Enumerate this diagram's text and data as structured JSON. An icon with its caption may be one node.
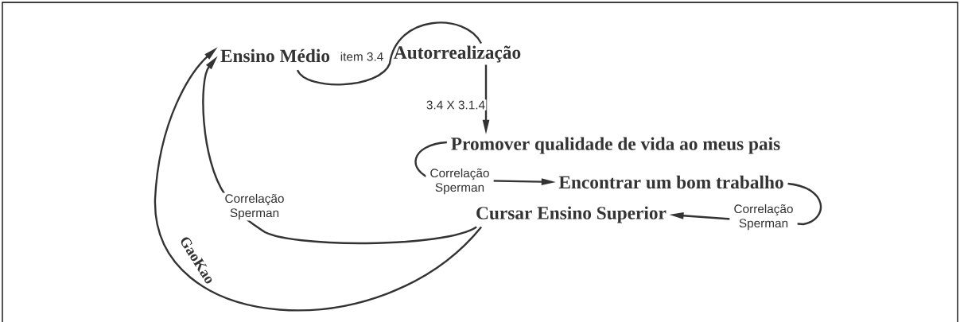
{
  "diagram": {
    "nodes": [
      {
        "text": [
          "Ensino Médio"
        ]
      },
      {
        "text": [
          "Autorrealização"
        ]
      },
      {
        "text": [
          "Promover qualidade de vida ao meus pais"
        ]
      },
      {
        "text": [
          "Encontrar um bom trabalho"
        ]
      },
      {
        "text": [
          "Cursar Ensino Superior"
        ]
      }
    ],
    "edges": [
      {
        "from": 0,
        "to": 1,
        "arrow": "none",
        "label": "item 3.4"
      },
      {
        "from": 1,
        "to": 2,
        "arrow": "to",
        "label": "3.4 X 3.1.4"
      },
      {
        "from": 2,
        "to": 3,
        "arrow": "to",
        "label": "Correlação Sperman"
      },
      {
        "from": 3,
        "to": 4,
        "arrow": "to",
        "label": "Correlação Sperman"
      },
      {
        "from": 4,
        "to": 0,
        "arrow": "to",
        "label": "Correlação Sperman"
      },
      {
        "from": 4,
        "to": 0,
        "arrow": "to",
        "label": "GaoKao"
      }
    ]
  }
}
